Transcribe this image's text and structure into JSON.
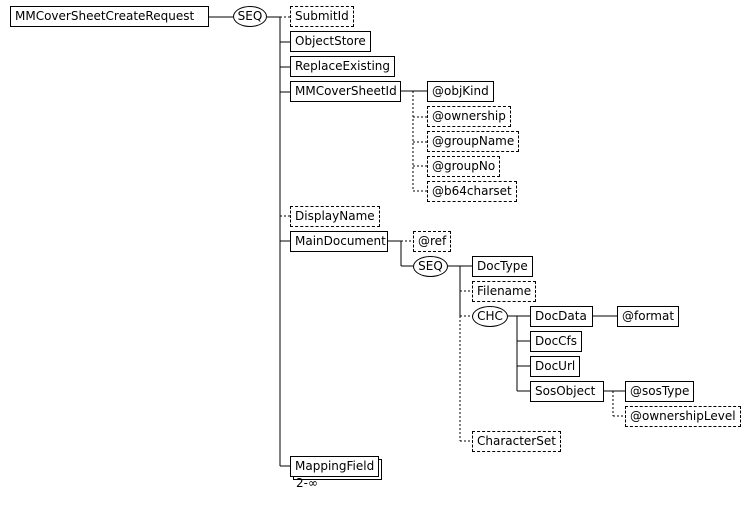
{
  "root": {
    "label": "MMCoverSheetCreateRequest"
  },
  "compositors": {
    "seq": "SEQ",
    "chc": "CHC"
  },
  "children": {
    "submit_id": "SubmitId",
    "object_store": "ObjectStore",
    "replace_existing": "ReplaceExisting",
    "mm_cover_sheet_id": "MMCoverSheetId",
    "display_name": "DisplayName",
    "main_document": "MainDocument",
    "mapping_field": "MappingField"
  },
  "mm_cover_sheet_id_attributes": [
    "@objKind",
    "@ownership",
    "@groupName",
    "@groupNo",
    "@b64charset"
  ],
  "main_document_attribute": "@ref",
  "main_document_children": {
    "doc_type": "DocType",
    "filename": "Filename",
    "character_set": "CharacterSet"
  },
  "choice_children": {
    "doc_data": "DocData",
    "doc_cfs": "DocCfs",
    "doc_url": "DocUrl",
    "sos_object": "SosObject"
  },
  "doc_data_attribute": "@format",
  "sos_object_attributes": [
    "@sosType",
    "@ownershipLevel"
  ],
  "mapping_field_cardinality": "2-∞"
}
